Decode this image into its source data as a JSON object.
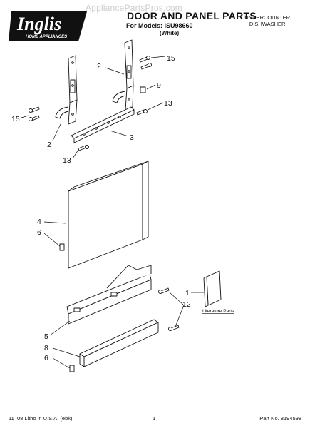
{
  "watermark": "AppliancePartsPros.com",
  "brand": {
    "name": "Inglis",
    "tagline": "HOME APPLIANCES"
  },
  "header": {
    "title": "DOOR AND PANEL PARTS",
    "models": "For Models: ISU98660",
    "finish": "(White)",
    "category_line1": "UNDERCOUNTER",
    "category_line2": "DISHWASHER"
  },
  "callouts": {
    "c2_top": "2",
    "c15_top": "15",
    "c9": "9",
    "c13_right": "13",
    "c15_left": "15",
    "c2_left": "2",
    "c3": "3",
    "c13_left": "13",
    "c4": "4",
    "c6_upper": "6",
    "c1": "1",
    "c12": "12",
    "c5": "5",
    "c8": "8",
    "c6_lower": "6"
  },
  "literature_label": "Literature Parts",
  "footer": {
    "print_info": "11–08 Litho in U.S.A. (ebk)",
    "page_number": "1",
    "part_number": "Part No. 8194598"
  }
}
